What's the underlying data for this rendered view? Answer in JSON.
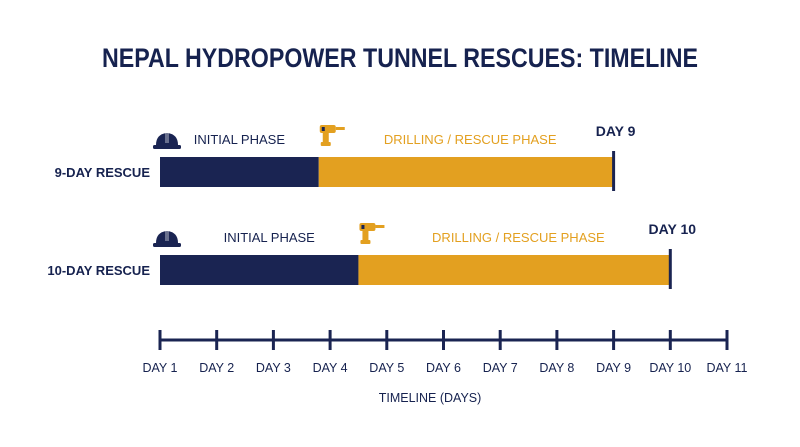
{
  "colors": {
    "initial": "#1a2452",
    "drilling": "#e3a020",
    "text_dark": "#16224f",
    "axis": "#1a2452"
  },
  "chart_data": {
    "type": "bar",
    "orientation": "horizontal-stacked-timeline",
    "title": "NEPAL HYDROPOWER TUNNEL RESCUES: TIMELINE",
    "xlabel": "TIMELINE (DAYS)",
    "x_ticks": [
      "DAY 1",
      "DAY 2",
      "DAY 3",
      "DAY 4",
      "DAY 5",
      "DAY 6",
      "DAY 7",
      "DAY 8",
      "DAY 9",
      "DAY 10",
      "DAY 11"
    ],
    "xlim": [
      1,
      11
    ],
    "rescues": [
      {
        "name": "9-DAY RESCUE",
        "start": 1,
        "phase_change": 3.8,
        "end": 9,
        "end_label": "DAY 9",
        "phases": [
          {
            "label": "INITIAL PHASE",
            "icon": "hard-hat-icon"
          },
          {
            "label": "DRILLING / RESCUE PHASE",
            "icon": "drill-icon"
          }
        ]
      },
      {
        "name": "10-DAY RESCUE",
        "start": 1,
        "phase_change": 4.5,
        "end": 10,
        "end_label": "DAY 10",
        "phases": [
          {
            "label": "INITIAL PHASE",
            "icon": "hard-hat-icon"
          },
          {
            "label": "DRILLING / RESCUE PHASE",
            "icon": "drill-icon"
          }
        ]
      }
    ]
  }
}
